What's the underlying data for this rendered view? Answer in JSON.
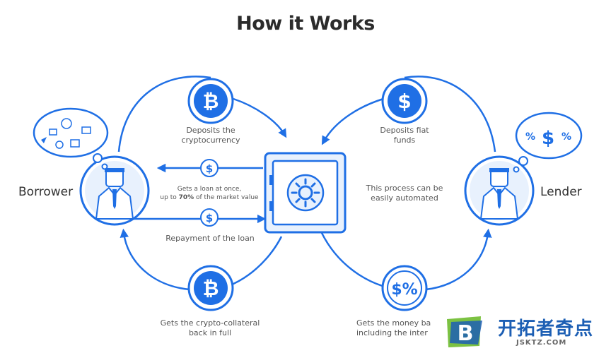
{
  "title": "How it Works",
  "roles": {
    "borrower": "Borrower",
    "lender": "Lender"
  },
  "steps": {
    "deposit_crypto": "Deposits the cryptocurrency",
    "deposit_fiat": "Deposits fiat funds",
    "loan_line1": "Gets a loan at once,",
    "loan_line2_prefix": "up to ",
    "loan_line2_bold": "70%",
    "loan_line2_suffix": " of the market value",
    "repayment": "Repayment of the loan",
    "automated": "This process can be easily automated",
    "collateral_back": "Gets the crypto-collateral back in full",
    "money_back": "Gets the money ba including the inter"
  },
  "icons": {
    "bitcoin": "₿",
    "dollar": "$",
    "percent_dollar": "$%",
    "thought_lender": "%$%"
  },
  "watermark": {
    "cn": "开拓者奇点",
    "en": "JSKTZ.COM",
    "logo_letter": "B"
  },
  "colors": {
    "accent": "#1f6fe5",
    "pale": "#e8f1fd",
    "text": "#4a4a4a"
  }
}
